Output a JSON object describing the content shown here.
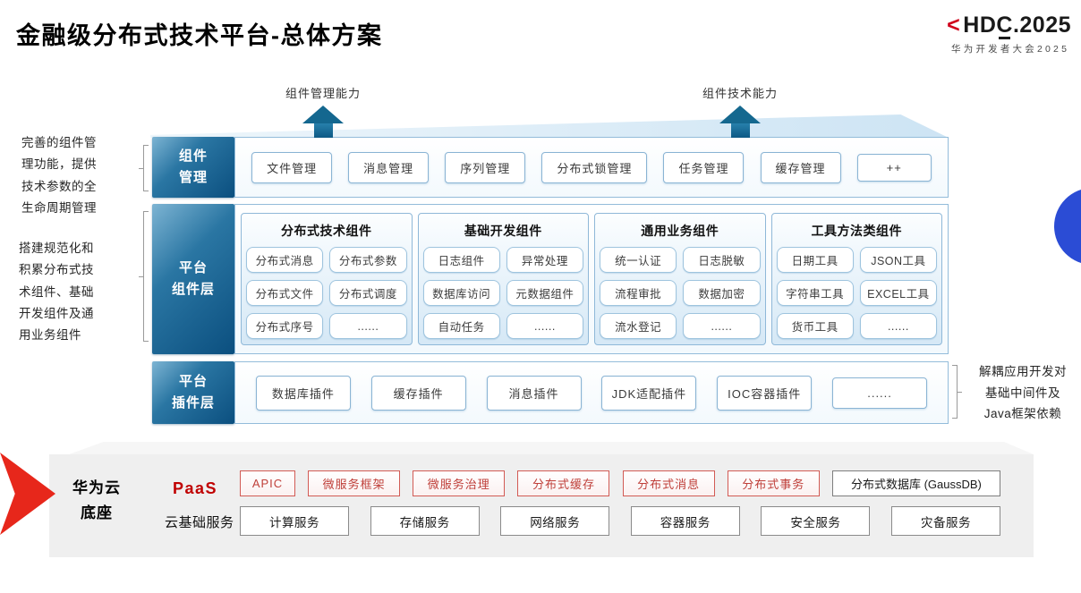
{
  "title": "金融级分布式技术平台-总体方案",
  "logo": {
    "left_bracket": "<",
    "prefix": "HD",
    "c_letter": "C",
    "suffix": ".2025",
    "subtitle": "华为开发者大会2025"
  },
  "arrows": [
    {
      "label": "组件管理能力"
    },
    {
      "label": "组件技术能力"
    }
  ],
  "left_notes": [
    {
      "text": "完善的组件管\n理功能，提供\n技术参数的全\n生命周期管理"
    },
    {
      "text": "搭建规范化和\n积累分布式技\n术组件、基础\n开发组件及通\n用业务组件"
    }
  ],
  "right_note": {
    "text": "解耦应用开发对\n基础中间件及\nJava框架依赖"
  },
  "component_mgmt": {
    "label": "组件\n管理",
    "items": [
      "文件管理",
      "消息管理",
      "序列管理",
      "分布式锁管理",
      "任务管理",
      "缓存管理",
      "++"
    ]
  },
  "platform_components": {
    "label": "平台\n组件层",
    "groups": [
      {
        "title": "分布式技术组件",
        "cells": [
          "分布式消息",
          "分布式参数",
          "分布式文件",
          "分布式调度",
          "分布式序号",
          "......"
        ]
      },
      {
        "title": "基础开发组件",
        "cells": [
          "日志组件",
          "异常处理",
          "数据库访问",
          "元数据组件",
          "自动任务",
          "......"
        ]
      },
      {
        "title": "通用业务组件",
        "cells": [
          "统一认证",
          "日志脱敏",
          "流程审批",
          "数据加密",
          "流水登记",
          "......"
        ]
      },
      {
        "title": "工具方法类组件",
        "cells": [
          "日期工具",
          "JSON工具",
          "字符串工具",
          "EXCEL工具",
          "货币工具",
          "......"
        ]
      }
    ]
  },
  "platform_plugins": {
    "label": "平台\n插件层",
    "items": [
      "数据库插件",
      "缓存插件",
      "消息插件",
      "JDK适配插件",
      "IOC容器插件",
      "......"
    ]
  },
  "foundation": {
    "label": "华为云\n底座",
    "paas_label": "PaaS",
    "paas_items": [
      "APIC",
      "微服务框架",
      "微服务治理",
      "分布式缓存",
      "分布式消息",
      "分布式事务"
    ],
    "paas_neutral_item": "分布式数据库 (GaussDB)",
    "iaas_label": "云基础服务",
    "iaas_items": [
      "计算服务",
      "存储服务",
      "网络服务",
      "容器服务",
      "安全服务",
      "灾备服务"
    ]
  },
  "colors": {
    "layer_label_blue": "#0b4f7f",
    "arrow_blue": "#14678f",
    "box_border_blue": "#8ab4d4",
    "hdc_red": "#d0021b",
    "paas_red": "#bf3f39",
    "chevron_red": "#e7271b",
    "circle_blue": "#2b4cd5",
    "foundation_gray": "#efefef"
  }
}
